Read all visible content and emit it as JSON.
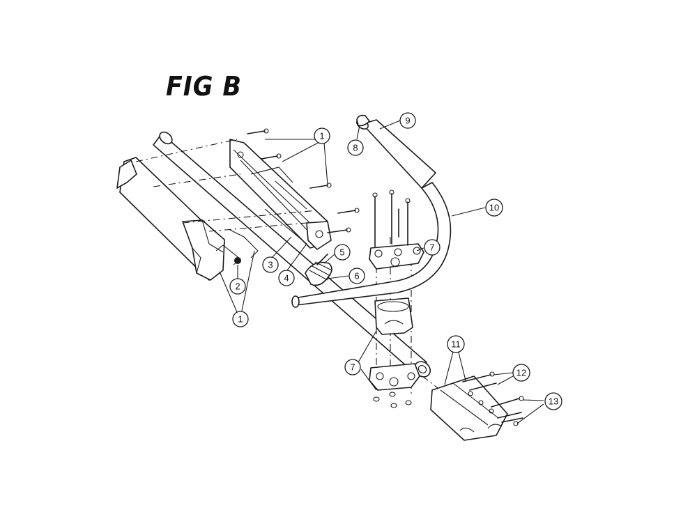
{
  "figure": {
    "title": "FIG B"
  },
  "callouts": [
    {
      "id": "c1a",
      "label": "1"
    },
    {
      "id": "c1b",
      "label": "1"
    },
    {
      "id": "c2",
      "label": "2"
    },
    {
      "id": "c3",
      "label": "3"
    },
    {
      "id": "c4",
      "label": "4"
    },
    {
      "id": "c5",
      "label": "5"
    },
    {
      "id": "c6",
      "label": "6"
    },
    {
      "id": "c7a",
      "label": "7"
    },
    {
      "id": "c7b",
      "label": "7"
    },
    {
      "id": "c8",
      "label": "8"
    },
    {
      "id": "c9",
      "label": "9"
    },
    {
      "id": "c10",
      "label": "10"
    },
    {
      "id": "c11",
      "label": "11"
    },
    {
      "id": "c12",
      "label": "12"
    },
    {
      "id": "c13",
      "label": "13"
    }
  ]
}
